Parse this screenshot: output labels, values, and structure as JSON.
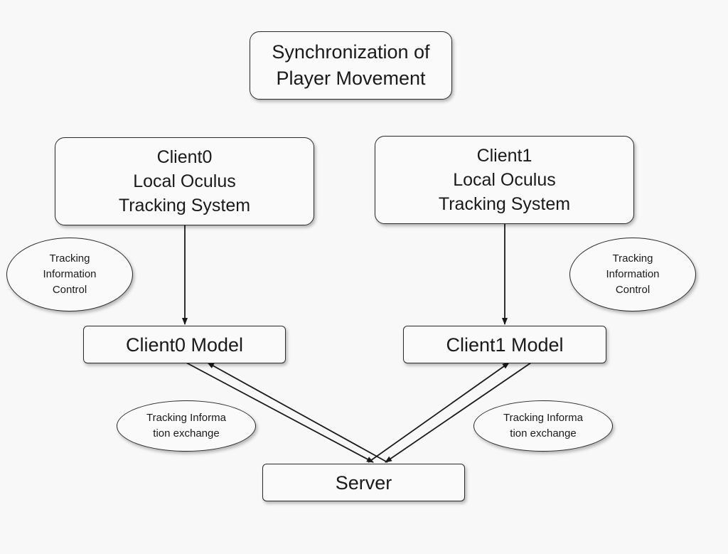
{
  "title": "Synchronization of\nPlayer Movement",
  "nodes": {
    "client0_system": "Client0\nLocal Oculus\nTracking System",
    "client1_system": "Client1\nLocal Oculus\nTracking System",
    "client0_model": "Client0 Model",
    "client1_model": "Client1 Model",
    "server": "Server",
    "left_control": "Tracking\nInformation\nControl",
    "right_control": "Tracking\nInformation\nControl",
    "left_exchange": "Tracking Informa\ntion exchange",
    "right_exchange": "Tracking Informa\ntion exchange"
  },
  "colors": {
    "background": "#f8f8f8",
    "stroke": "#1a1a1a"
  }
}
